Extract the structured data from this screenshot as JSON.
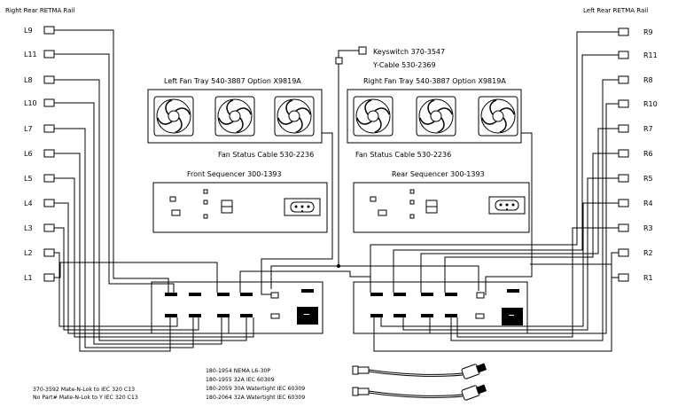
{
  "rails": {
    "left_title": "Right  Rear  RETMA Rail",
    "right_title": "Left  Rear  RETMA Rail",
    "left_labels": [
      "L9",
      "L11",
      "L8",
      "L10",
      "L7",
      "L6",
      "L5",
      "L4",
      "L3",
      "L2",
      "L1"
    ],
    "right_labels": [
      "R9",
      "R11",
      "R8",
      "R10",
      "R7",
      "R6",
      "R5",
      "R4",
      "R3",
      "R2",
      "R1"
    ]
  },
  "keyswitch": {
    "label": "Keyswitch  370-3547",
    "ycable": "Y-Cable  530-2369"
  },
  "fan_trays": {
    "left_title": "Left  Fan Tray  540-3887  Option  X9819A",
    "right_title": "Right  Fan Tray  540-3887  Option  X9819A",
    "left_status": "Fan Status  Cable  530-2236",
    "right_status": "Fan Status  Cable  530-2236"
  },
  "sequencers": {
    "front_title": "Front  Sequencer  300-1393",
    "rear_title": "Rear  Sequencer  300-1393"
  },
  "legend": {
    "cables_left": [
      "370-3592 Mate-N-Lok to IEC 320 C13",
      "No Part# Mate-N-Lok to Y IEC 320 C13"
    ],
    "cables_center": [
      "180-1954 NEMA L6-30P",
      "180-1955 32A IEC 60309",
      "180-2059 30A Watertight IEC 60309",
      "180-2064 32A Watertight IEC 60309"
    ]
  }
}
